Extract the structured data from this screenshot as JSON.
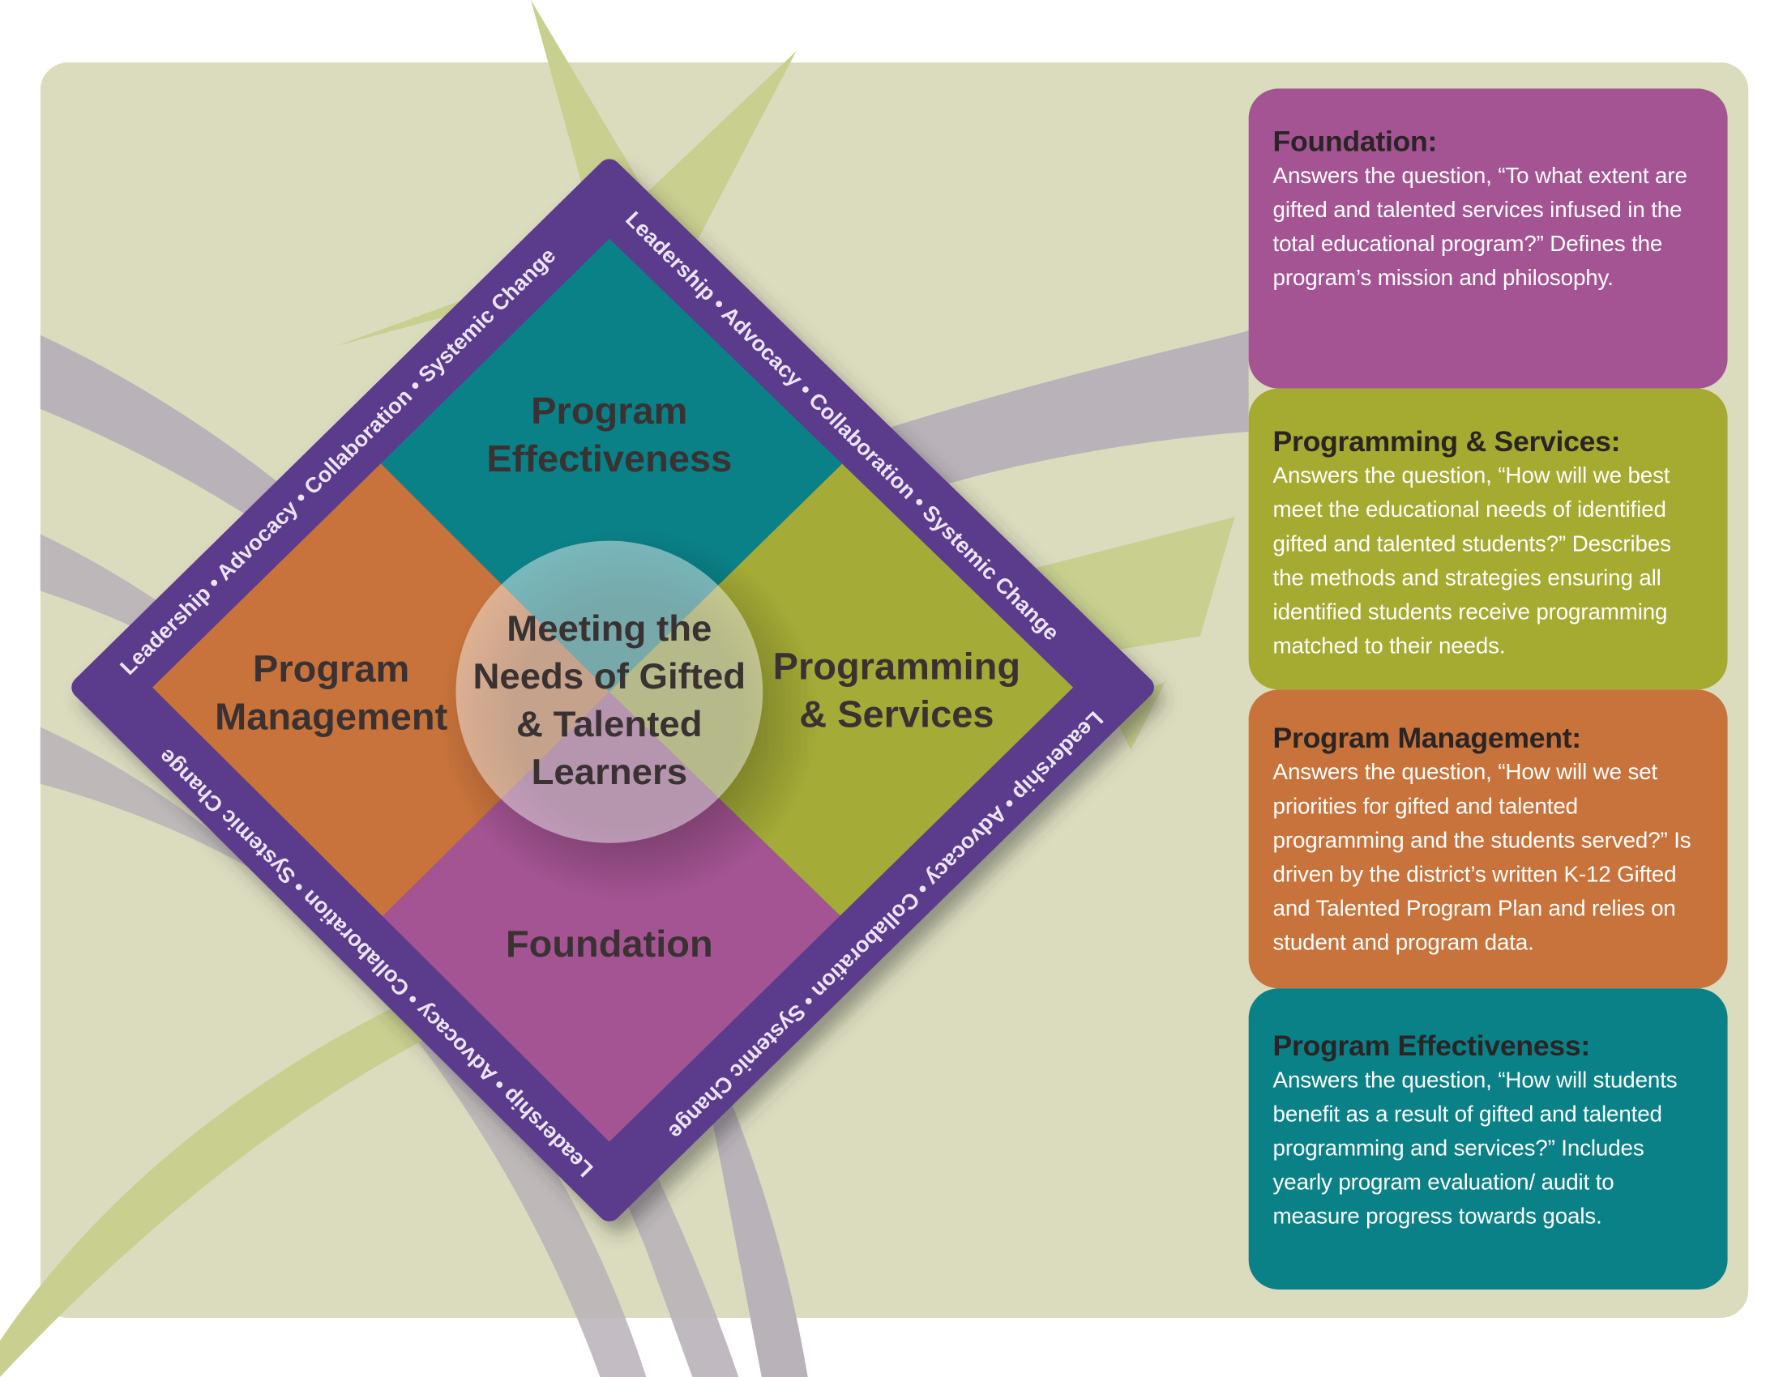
{
  "diagram": {
    "center_lines": [
      "Meeting the",
      "Needs of Gifted",
      "& Talented",
      "Learners"
    ],
    "quadrants": {
      "top": [
        "Program",
        "Effectiveness"
      ],
      "right": [
        "Programming",
        "& Services"
      ],
      "bottom": [
        "Foundation"
      ],
      "left": [
        "Program",
        "Management"
      ]
    },
    "border_text": "Leadership • Advocacy • Collaboration • Systemic Change",
    "colors": {
      "top": "#0a8187",
      "right": "#a4ab36",
      "bottom": "#a45493",
      "left": "#c8733b",
      "border": "#5a3a8c",
      "background": "#dbdcbe"
    }
  },
  "cards": [
    {
      "title": "Foundation:",
      "body": "Answers the question, “To what extent are gifted and talented services infused in the total educational program?” Defines the program’s mission and philosophy.",
      "color": "#a45493"
    },
    {
      "title": "Programming & Services:",
      "body": "Answers the question, “How will we best meet the educational needs of identified gifted and talented students?” Describes the methods and strategies ensuring all identified students receive programming matched to their needs.",
      "color": "#a4ab30"
    },
    {
      "title": "Program Management:",
      "body": "Answers the question, “How will we set priorities for gifted and talented programming and the students served?” Is driven by the district’s written K-12 Gifted and Talented Program Plan and relies on student and program data.",
      "color": "#c8733b"
    },
    {
      "title": "Program Effectiveness:",
      "body": "Answers the question, “How will students benefit as a result of gifted and talented programming and services?” Includes yearly program evaluation/ audit to measure progress towards goals.",
      "color": "#0a8187"
    }
  ]
}
